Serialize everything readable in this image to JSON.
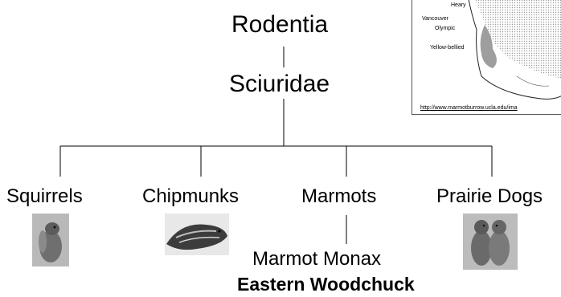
{
  "tree": {
    "root": "Rodentia",
    "family": "Sciuridae",
    "groups": [
      "Squirrels",
      "Chipmunks",
      "Marmots",
      "Prairie Dogs"
    ],
    "species": "Marmot Monax",
    "common_name": "Eastern Woodchuck"
  },
  "map": {
    "labels": [
      "Heary",
      "Vancouver",
      "Olympic",
      "Yellow-bellied"
    ],
    "url": "http://www.marmotburrow.ucla.edu/ima"
  },
  "photos": [
    "squirrel-photo",
    "chipmunk-photo",
    "prairie-dogs-photo"
  ]
}
